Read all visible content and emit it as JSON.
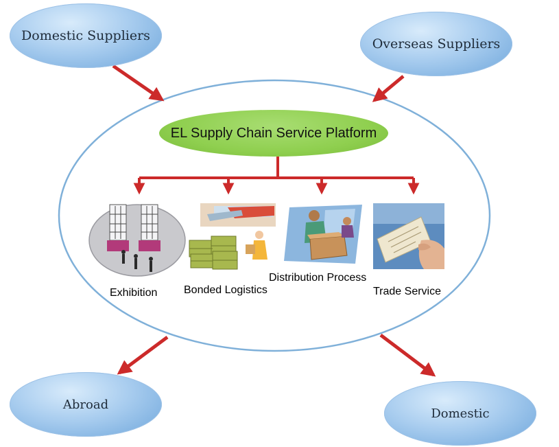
{
  "diagram": {
    "nodes": {
      "domestic_suppliers": "Domestic Suppliers",
      "overseas_suppliers": "Overseas Suppliers",
      "abroad": "Abroad",
      "domestic": "Domestic"
    },
    "platform": "EL Supply Chain Service Platform",
    "services": [
      {
        "label": "Exhibition",
        "icon": "exhibition-hall-icon"
      },
      {
        "label": "Bonded Logistics",
        "icon": "cargo-pallets-icon"
      },
      {
        "label": "Distribution Process",
        "icon": "worker-packing-box-icon"
      },
      {
        "label": "Trade Service",
        "icon": "document-card-icon"
      }
    ],
    "colors": {
      "node_blue": "#8dbbe6",
      "platform_green": "#8fcf4f",
      "arrow_red": "#cc2a2a",
      "ring_outline": "#7fb0d9"
    }
  }
}
